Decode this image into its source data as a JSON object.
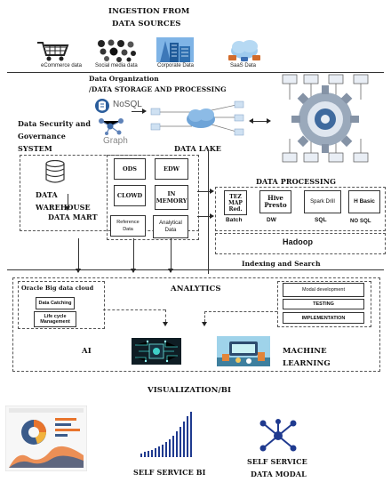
{
  "ingestion": {
    "title_line1": "INGESTION FROM",
    "title_line2": "DATA SOURCES",
    "sources": [
      {
        "label": "eCommerce data",
        "icon": "shopping-cart-icon"
      },
      {
        "label": "Social media data",
        "icon": "social-media-icon"
      },
      {
        "label": "Corporate Data",
        "icon": "corporate-building-icon"
      },
      {
        "label": "SaaS Data",
        "icon": "saas-cloud-icon"
      }
    ]
  },
  "storage": {
    "title_line1": "Data Organization",
    "title_line2": "/DATA STORAGE AND PROCESSING",
    "nosql_label": "NoSQL",
    "graph_label": "Graph",
    "data_lake_label": "DATA LAKE"
  },
  "security": {
    "line1": "Data Security and",
    "line2": "Governance",
    "line3": "SYSTEM"
  },
  "warehouse": {
    "title_line1": "DATA",
    "title_line2": "WAREHOUSE",
    "mart_label": "DATA MART",
    "boxes": [
      "ODS",
      "EDW",
      "CLOWD",
      "IN MEMORY",
      "Reference Data",
      "Analytical Data"
    ]
  },
  "processing": {
    "title": "DATA PROCESSING",
    "engines": [
      {
        "name": "TEZ MAP Red.",
        "type": "Batch"
      },
      {
        "name": "Hive Presto",
        "type": "DW"
      },
      {
        "name": "Spark Drill",
        "type": "SQL"
      },
      {
        "name": "H Basic",
        "type": "NO SQL"
      }
    ],
    "hadoop_label": "Hadoop",
    "indexing_label": "Indexing and Search"
  },
  "analytics": {
    "title": "ANALYTICS",
    "oracle_label": "Oracle Big data cloud",
    "data_catching": "Data Catching",
    "lifecycle": "Life cycle Management",
    "modal_dev": "Modal development",
    "testing": "TESTING",
    "implementation": "IMPLEMENTATION",
    "ai_label": "AI",
    "ml_line1": "MACHINE",
    "ml_line2": "LEARNING"
  },
  "visualization": {
    "title": "VISUALIZATION/BI",
    "self_service_bi": "SELF SERVICE BI",
    "self_service_line1": "SELF SERVICE",
    "self_service_line2": "DATA MODAL"
  }
}
